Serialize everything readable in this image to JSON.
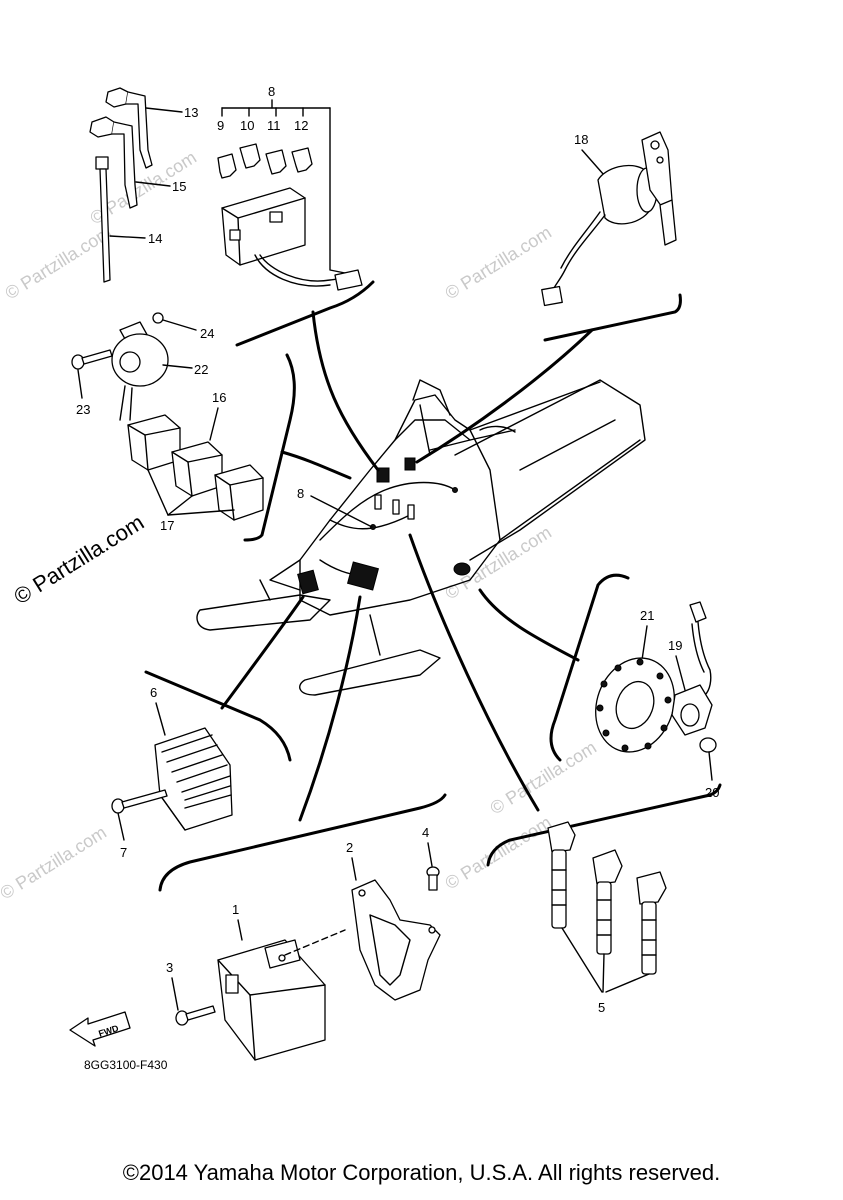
{
  "figure_code": "8GG3100-F430",
  "fwd_label": "FWD",
  "watermark_text": "© Partzilla.com",
  "watermark_big_text": "© Partzilla.com",
  "copyright": "©2014 Yamaha Motor Corporation, U.S.A. All rights reserved.",
  "callouts": {
    "c1": "1",
    "c2": "2",
    "c3": "3",
    "c4": "4",
    "c5": "5",
    "c6": "6",
    "c7": "7",
    "c8a": "8",
    "c8b": "8",
    "c9": "9",
    "c10": "10",
    "c11": "11",
    "c12": "12",
    "c13": "13",
    "c14": "14",
    "c15": "15",
    "c16": "16",
    "c17": "17",
    "c18": "18",
    "c19": "19",
    "c20": "20",
    "c21": "21",
    "c22": "22",
    "c23": "23",
    "c24": "24"
  }
}
